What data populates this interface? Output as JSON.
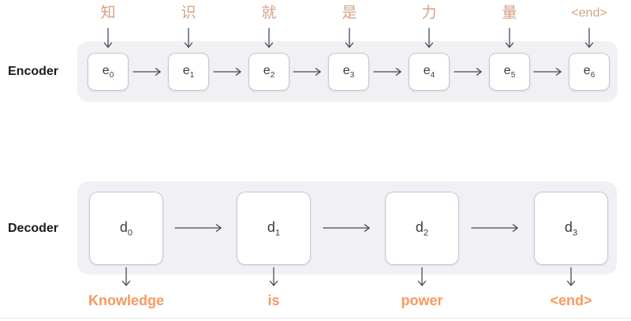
{
  "encoder": {
    "label": "Encoder",
    "inputs": [
      "知",
      "识",
      "就",
      "是",
      "力",
      "量",
      "<end>"
    ],
    "units": [
      {
        "base": "e",
        "sub": "0"
      },
      {
        "base": "e",
        "sub": "1"
      },
      {
        "base": "e",
        "sub": "2"
      },
      {
        "base": "e",
        "sub": "3"
      },
      {
        "base": "e",
        "sub": "4"
      },
      {
        "base": "e",
        "sub": "5"
      },
      {
        "base": "e",
        "sub": "6"
      }
    ]
  },
  "decoder": {
    "label": "Decoder",
    "units": [
      {
        "base": "d",
        "sub": "0"
      },
      {
        "base": "d",
        "sub": "1"
      },
      {
        "base": "d",
        "sub": "2"
      },
      {
        "base": "d",
        "sub": "3"
      }
    ],
    "outputs": [
      "Knowledge",
      "is",
      "power",
      "<end>"
    ]
  },
  "colors": {
    "input_token": "#D5A284",
    "output_token": "#F8995F",
    "panel_background": "#F1F0F5",
    "box_border": "#C7C7CD",
    "arrow": "#4A4A50",
    "row_label": "#1B1B1D"
  }
}
